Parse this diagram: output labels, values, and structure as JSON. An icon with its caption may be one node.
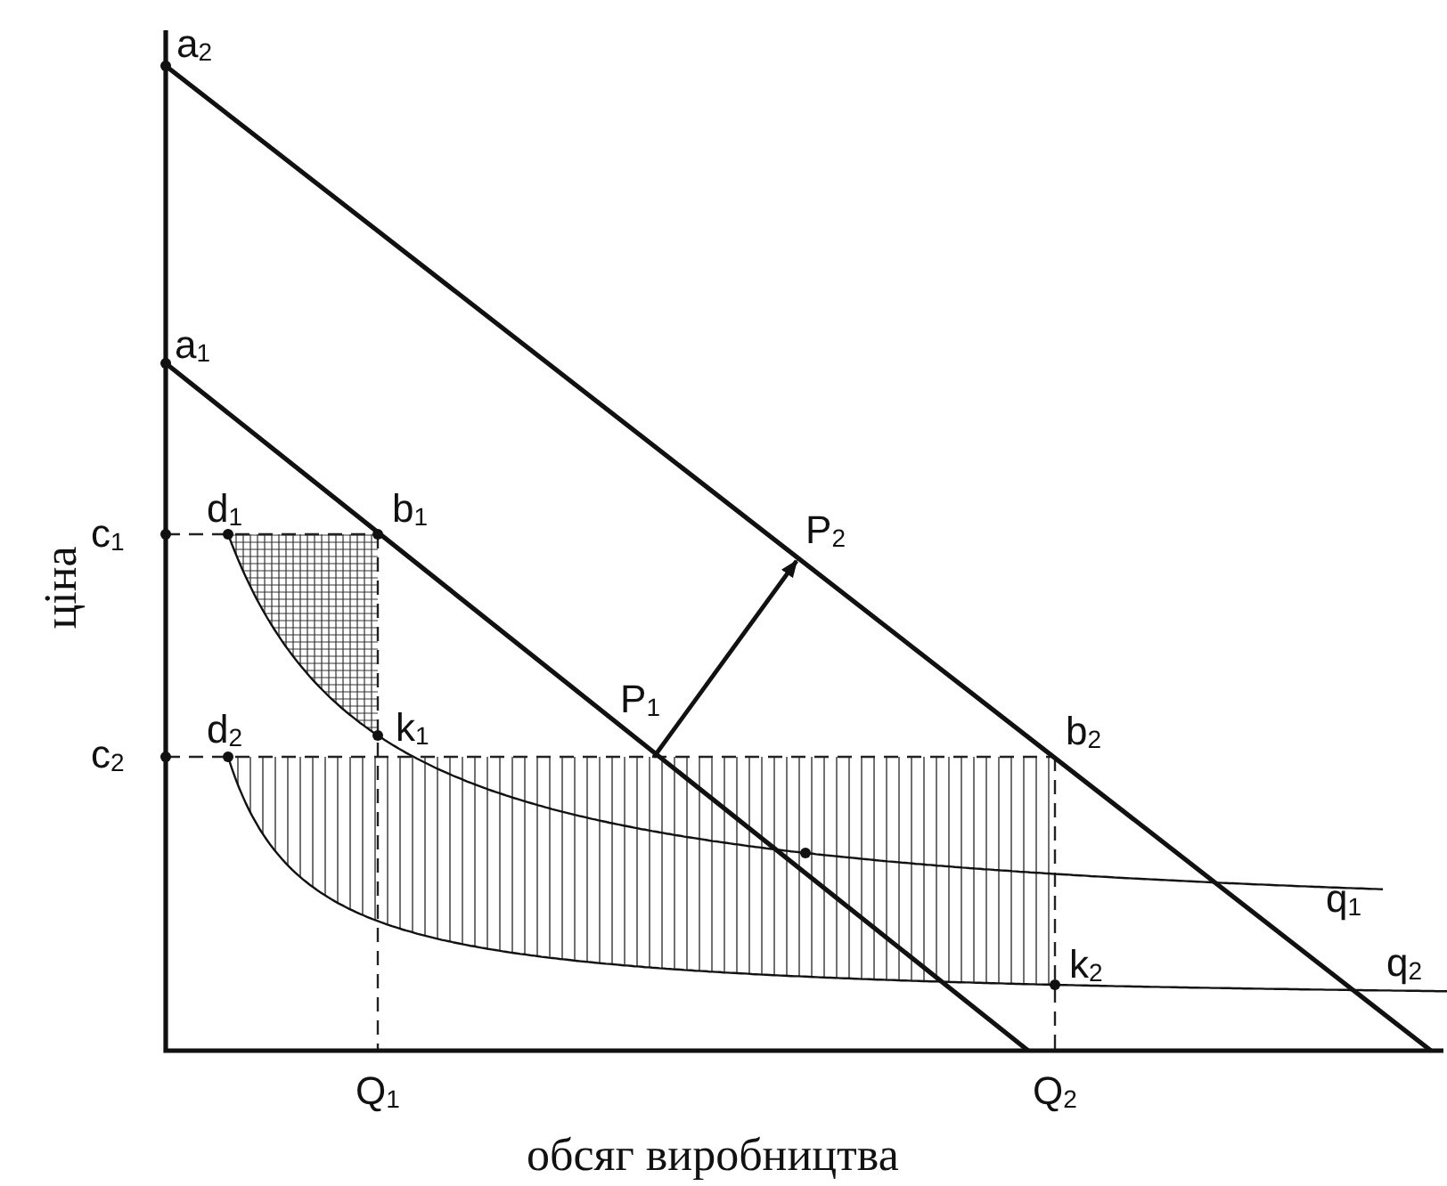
{
  "diagram": {
    "labels": [
      "a$_{2}$",
      "a$_{1}$",
      "c$_{1}$",
      "d$_{1}$",
      "b$_{1}$",
      "P$_{2}$",
      "P$_{1}$",
      "k$_{1}$",
      "c$_{2}$",
      "d$_{2}$",
      "b$_{2}$",
      "q$_{1}$",
      "k$_{2}$",
      "q$_{2}$",
      "ціна",
      "Q$_{1}$",
      "Q$_{2}$",
      "обсяг виробництва"
    ]
  }
}
